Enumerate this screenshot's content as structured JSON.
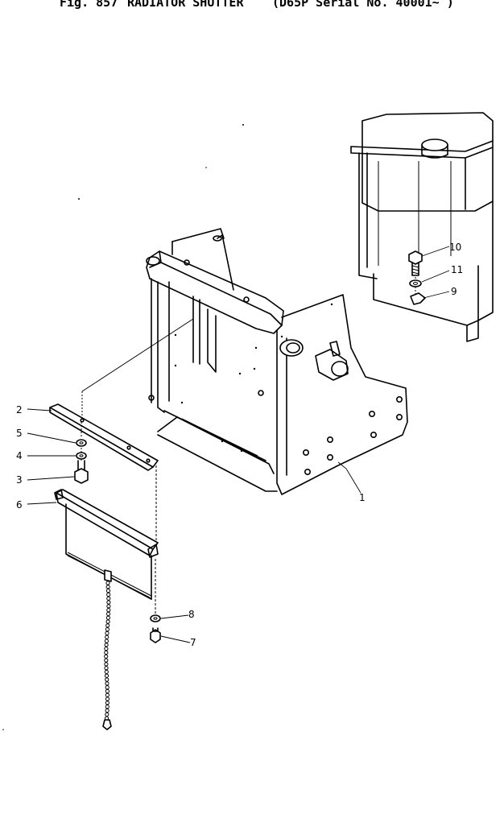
{
  "header": {
    "figure": "Fig. 857",
    "name": "RADIATOR SHUTTER",
    "serial": "(D65P Serial No. 40001~ )"
  },
  "callouts": [
    "1",
    "2",
    "3",
    "4",
    "5",
    "6",
    "7",
    "8",
    "9",
    "10",
    "11"
  ]
}
